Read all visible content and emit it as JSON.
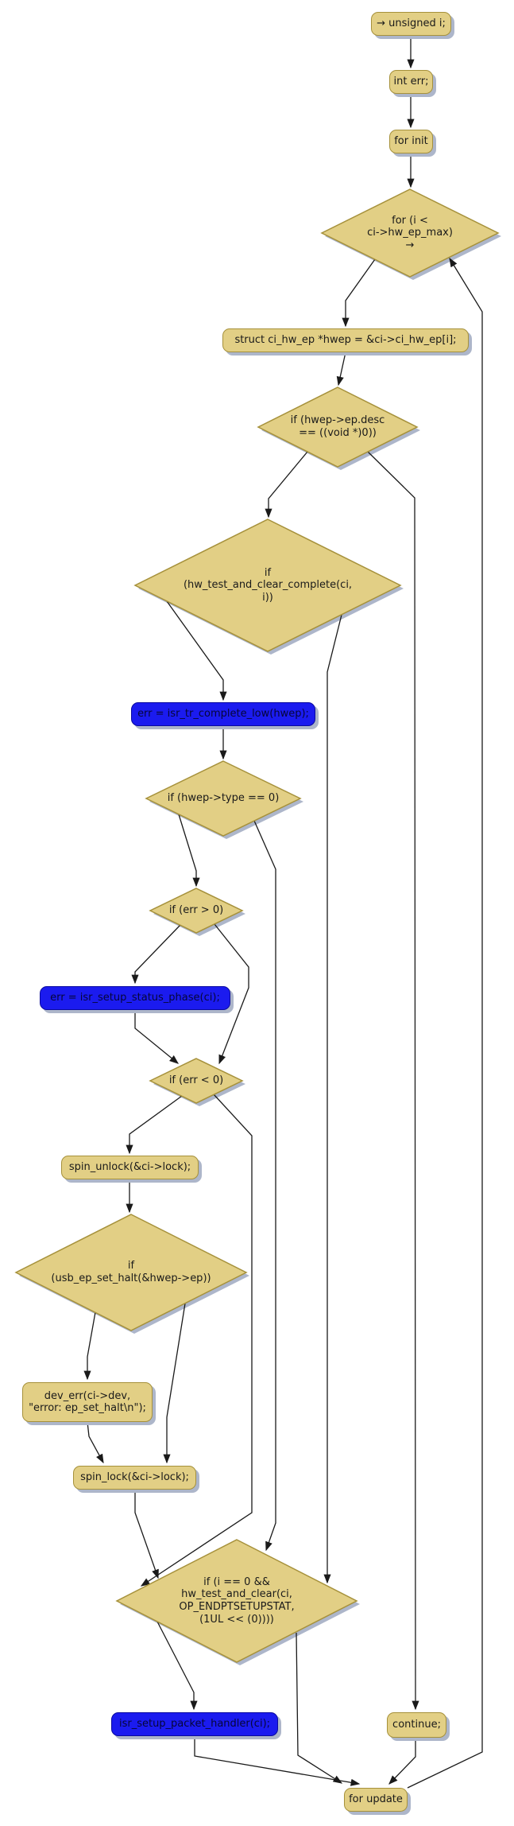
{
  "diagram_type": "activity-flowchart",
  "colors": {
    "activity_fill": "#e2cf85",
    "activity_border": "#a6913b",
    "highlight_fill": "#1b1bef",
    "highlight_border": "#0a0aa0",
    "shadow": "#adb6ca",
    "edge": "#1a1a1a",
    "text": "#1a1a1a",
    "background": "#ffffff"
  },
  "nodes": {
    "start": {
      "label": "→ unsigned i;"
    },
    "int_err": {
      "label": "int err;"
    },
    "for_init": {
      "label": "for init"
    },
    "for_loop": {
      "label": "for (i <\nci->hw_ep_max)\n→"
    },
    "hwep_assign": {
      "label": "struct ci_hw_ep *hwep  = &ci->ci_hw_ep[i];"
    },
    "desc_check": {
      "label": "if (hwep->ep.desc\n== ((void *)0))"
    },
    "complete_check": {
      "label": "if\n(hw_test_and_clear_complete(ci,\ni))"
    },
    "tr_complete": {
      "label": "err = isr_tr_complete_low(hwep);"
    },
    "type_check": {
      "label": "if (hwep->type == 0)"
    },
    "err_gt0": {
      "label": "if (err > 0)"
    },
    "setup_status": {
      "label": "err = isr_setup_status_phase(ci);"
    },
    "err_lt0": {
      "label": "if (err < 0)"
    },
    "spin_unlock": {
      "label": "spin_unlock(&ci->lock);"
    },
    "set_halt": {
      "label": "if\n(usb_ep_set_halt(&hwep->ep))"
    },
    "dev_err": {
      "label": "dev_err(ci->dev,\n\"error: ep_set_halt\\n\");"
    },
    "spin_lock": {
      "label": "spin_lock(&ci->lock);"
    },
    "ep0_check": {
      "label": "if (i == 0 &&\nhw_test_and_clear(ci,\nOP_ENDPTSETUPSTAT,\n(1UL << (0))))"
    },
    "setup_packet": {
      "label": "isr_setup_packet_handler(ci);"
    },
    "continue": {
      "label": "continue;"
    },
    "for_update": {
      "label": "for update"
    }
  }
}
